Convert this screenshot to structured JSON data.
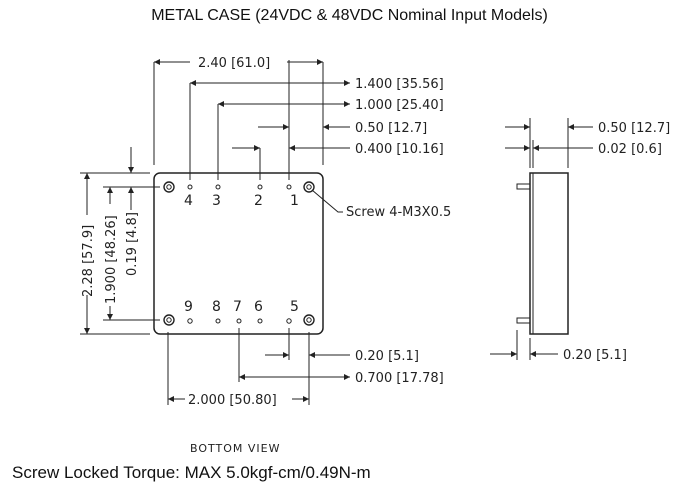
{
  "title": "METAL CASE (24VDC & 48VDC Nominal Input Models)",
  "view_label": "BOTTOM VIEW",
  "footer": "Screw Locked Torque: MAX 5.0kgf-cm/0.49N-m",
  "dimensions": {
    "width_overall": "2.40 [61.0]",
    "pin_span_1400": "1.400 [35.56]",
    "pin_span_1000": "1.000 [25.40]",
    "pin_offset_050": "0.50 [12.7]",
    "pin_pitch_0400": "0.400 [10.16]",
    "height_overall": "2.28 [57.9]",
    "pin_span_1900": "1.900 [48.26]",
    "pin_offset_019": "0.19 [4.8]",
    "pin_offset_020": "0.20 [5.1]",
    "pin_span_0700": "0.700 [17.78]",
    "pin_span_2000": "2.000 [50.80]",
    "side_height": "0.50 [12.7]",
    "side_standoff": "0.02 [0.6]",
    "side_pin_length": "0.20 [5.1]"
  },
  "screw_label": "Screw 4-M3X0.5",
  "pins_top": [
    "4",
    "3",
    "2",
    "1"
  ],
  "pins_bottom": [
    "9",
    "8",
    "7",
    "6",
    "5"
  ]
}
